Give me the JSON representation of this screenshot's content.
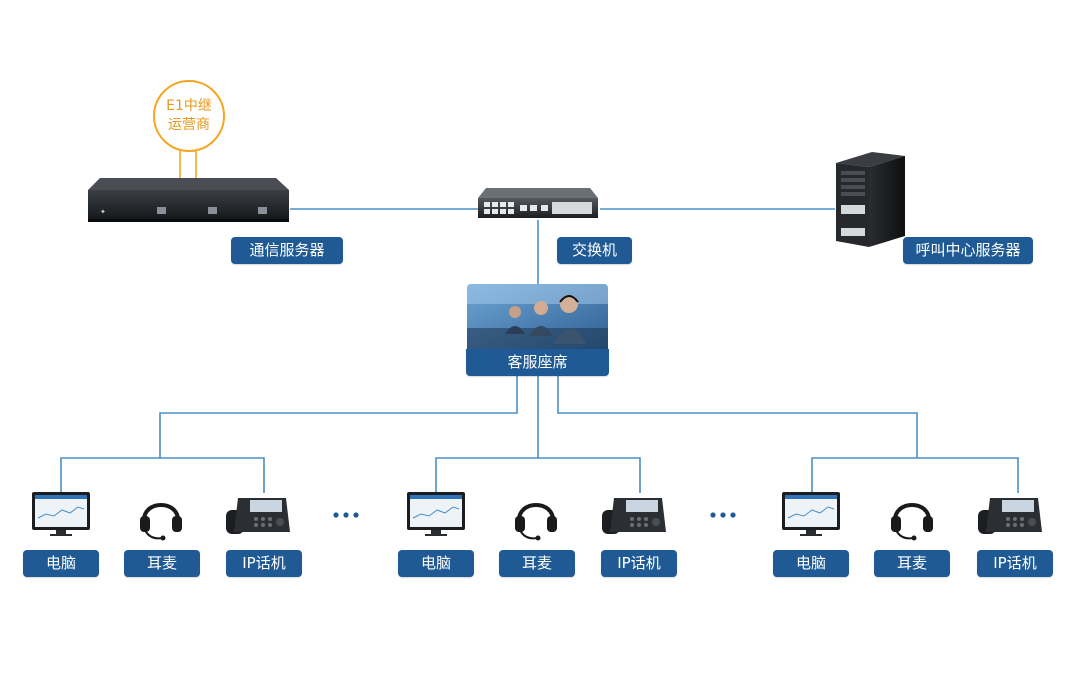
{
  "trunk": {
    "line1": "E1中继",
    "line2": "运营商"
  },
  "labels": {
    "comm_server": "通信服务器",
    "switch": "交换机",
    "callcenter_server": "呼叫中心服务器",
    "agent_seat": "客服座席"
  },
  "groups": [
    {
      "pc": "电脑",
      "headset": "耳麦",
      "phone": "IP话机"
    },
    {
      "pc": "电脑",
      "headset": "耳麦",
      "phone": "IP话机"
    },
    {
      "pc": "电脑",
      "headset": "耳麦",
      "phone": "IP话机"
    }
  ],
  "colors": {
    "label_bg": "#1f5a94",
    "link_line": "#4a90c8",
    "trunk_accent": "#f5a623"
  },
  "icons": [
    "gateway-device-icon",
    "network-switch-icon",
    "tower-server-icon",
    "agents-photo",
    "monitor-icon",
    "headset-icon",
    "ip-phone-icon",
    "ellipsis-icon"
  ]
}
